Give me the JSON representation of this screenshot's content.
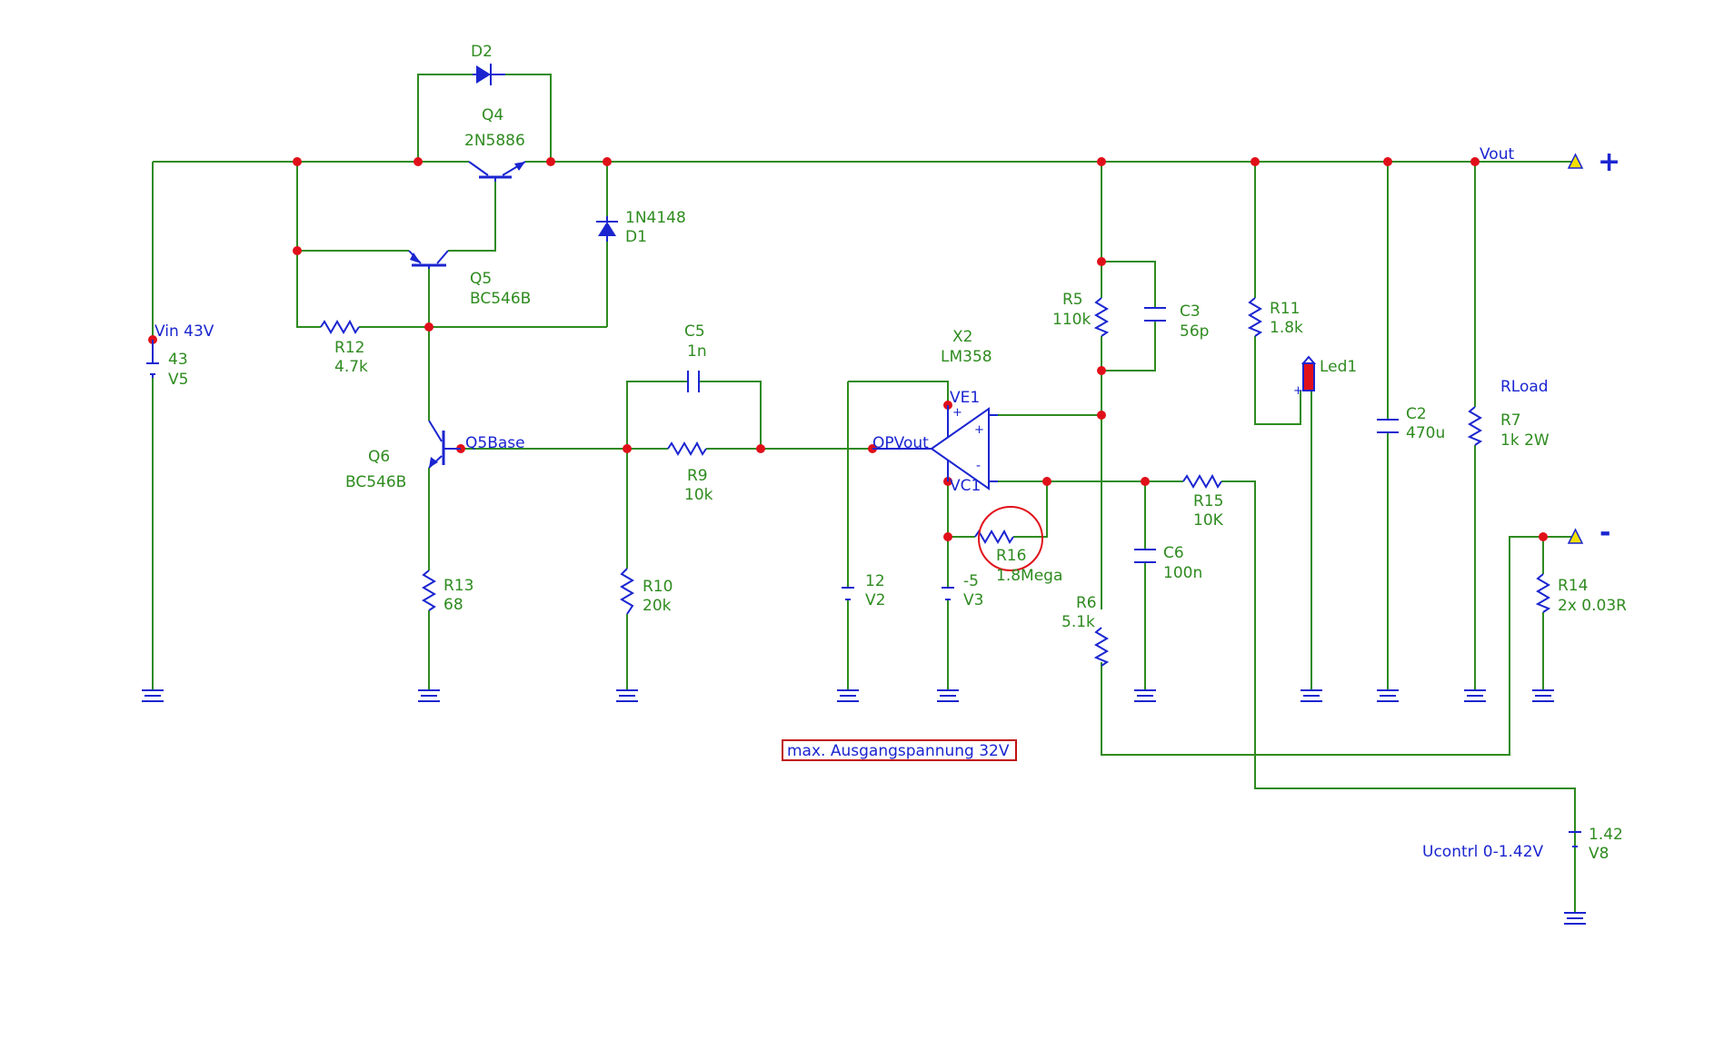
{
  "colors": {
    "wire": "#2e8b1f",
    "component": "#1a25d0",
    "junction": "#e0101a",
    "note_border": "#c01010",
    "led": "#e0101a",
    "terminal": "#f2e000"
  },
  "components": {
    "d2": {
      "name": "D2"
    },
    "q4": {
      "name": "Q4",
      "value": "2N5886"
    },
    "d1": {
      "name": "D1",
      "value": "1N4148"
    },
    "q5": {
      "name": "Q5",
      "value": "BC546B"
    },
    "r12": {
      "name": "R12",
      "value": "4.7k"
    },
    "v5": {
      "name": "V5",
      "value": "43"
    },
    "q6": {
      "name": "Q6",
      "value": "BC546B"
    },
    "r13": {
      "name": "R13",
      "value": "68"
    },
    "c5": {
      "name": "C5",
      "value": "1n"
    },
    "r9": {
      "name": "R9",
      "value": "10k"
    },
    "r10": {
      "name": "R10",
      "value": "20k"
    },
    "x2": {
      "name": "X2",
      "value": "LM358"
    },
    "v2": {
      "name": "V2",
      "value": "12"
    },
    "v3": {
      "name": "V3",
      "value": "-5"
    },
    "r16": {
      "name": "R16",
      "value": "1.8Mega"
    },
    "r5": {
      "name": "R5",
      "value": "110k"
    },
    "c3": {
      "name": "C3",
      "value": "56p"
    },
    "r6": {
      "name": "R6",
      "value": "5.1k"
    },
    "c6": {
      "name": "C6",
      "value": "100n"
    },
    "r15": {
      "name": "R15",
      "value": "10K"
    },
    "r11": {
      "name": "R11",
      "value": "1.8k"
    },
    "led1": {
      "name": "Led1"
    },
    "c2": {
      "name": "C2",
      "value": "470u"
    },
    "r7": {
      "name": "R7",
      "value": "1k 2W"
    },
    "rload": {
      "name": "RLoad"
    },
    "r14": {
      "name": "R14",
      "value": "2x 0.03R"
    },
    "v8": {
      "name": "V8",
      "value": "1.42"
    }
  },
  "nets": {
    "vin": "Vin  43V",
    "vout": "Vout",
    "q5base": "Q5Base",
    "opvout": "OPVout",
    "ve1": "VE1",
    "vc1": "VC1",
    "ucontrl": "Ucontrl 0-1.42V"
  },
  "terminals": {
    "plus": "+",
    "minus": "-"
  },
  "opamp_pins": {
    "plus": "+",
    "minus": "-"
  },
  "led_pin": "+",
  "note": "max. Ausgangspannung 32V"
}
